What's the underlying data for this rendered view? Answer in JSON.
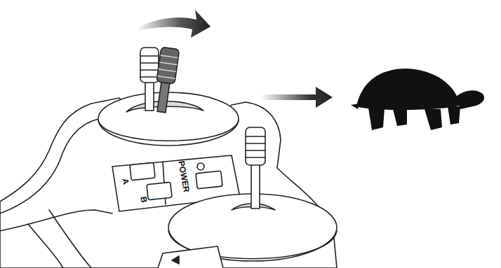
{
  "diagram": {
    "labels": [
      "POWER",
      "A",
      "B"
    ]
  }
}
